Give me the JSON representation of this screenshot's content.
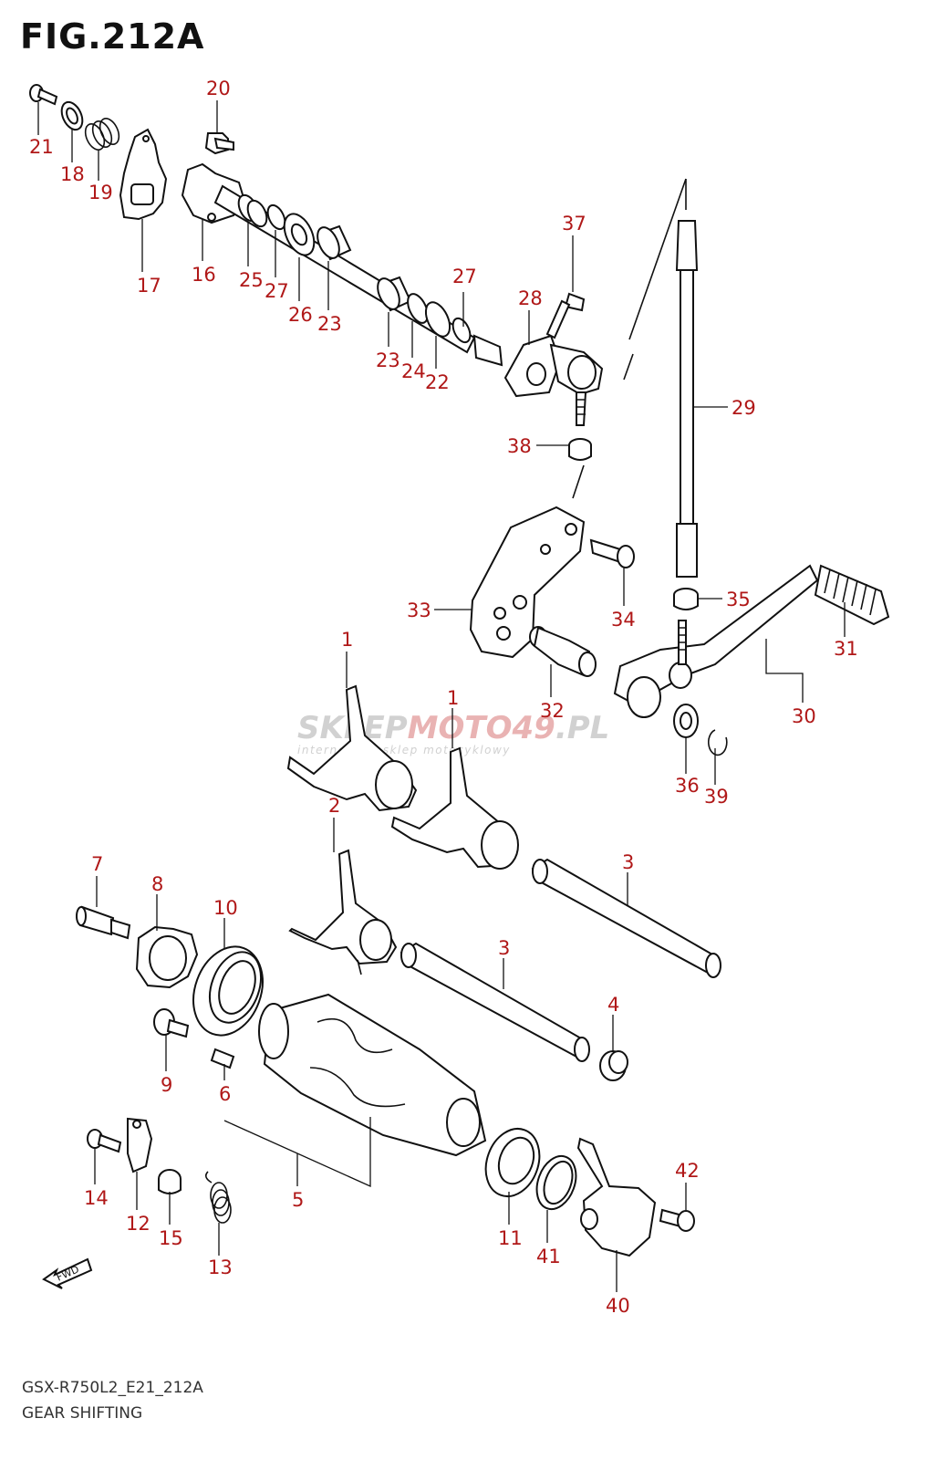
{
  "figure": {
    "title": "FIG.212A",
    "model_code": "GSX-R750L2_E21_212A",
    "section": "GEAR SHIFTING",
    "fwd_label": "FWD"
  },
  "watermark": {
    "brand_left": "SKLEP",
    "brand_mid": "MOTO",
    "brand_num": "49",
    "brand_right": ".PL",
    "tagline": "internetowy sklep motocyklowy",
    "colors": {
      "gray": "#c9c9c9",
      "red": "#e6a6a6"
    }
  },
  "colors": {
    "callout": "#b01818",
    "line": "#111111"
  },
  "callouts": [
    {
      "id": "c21",
      "label": "21"
    },
    {
      "id": "c18",
      "label": "18"
    },
    {
      "id": "c19",
      "label": "19"
    },
    {
      "id": "c17",
      "label": "17"
    },
    {
      "id": "c20",
      "label": "20"
    },
    {
      "id": "c16",
      "label": "16"
    },
    {
      "id": "c25",
      "label": "25"
    },
    {
      "id": "c27a",
      "label": "27"
    },
    {
      "id": "c26",
      "label": "26"
    },
    {
      "id": "c23a",
      "label": "23"
    },
    {
      "id": "c27b",
      "label": "27"
    },
    {
      "id": "c23b",
      "label": "23"
    },
    {
      "id": "c24",
      "label": "24"
    },
    {
      "id": "c22",
      "label": "22"
    },
    {
      "id": "c28",
      "label": "28"
    },
    {
      "id": "c37",
      "label": "37"
    },
    {
      "id": "c29",
      "label": "29"
    },
    {
      "id": "c38",
      "label": "38"
    },
    {
      "id": "c33",
      "label": "33"
    },
    {
      "id": "c34",
      "label": "34"
    },
    {
      "id": "c35",
      "label": "35"
    },
    {
      "id": "c31",
      "label": "31"
    },
    {
      "id": "c30",
      "label": "30"
    },
    {
      "id": "c32",
      "label": "32"
    },
    {
      "id": "c36",
      "label": "36"
    },
    {
      "id": "c39",
      "label": "39"
    },
    {
      "id": "c1a",
      "label": "1"
    },
    {
      "id": "c1b",
      "label": "1"
    },
    {
      "id": "c2",
      "label": "2"
    },
    {
      "id": "c3a",
      "label": "3"
    },
    {
      "id": "c3b",
      "label": "3"
    },
    {
      "id": "c7",
      "label": "7"
    },
    {
      "id": "c8",
      "label": "8"
    },
    {
      "id": "c10",
      "label": "10"
    },
    {
      "id": "c4",
      "label": "4"
    },
    {
      "id": "c9",
      "label": "9"
    },
    {
      "id": "c6",
      "label": "6"
    },
    {
      "id": "c5",
      "label": "5"
    },
    {
      "id": "c14",
      "label": "14"
    },
    {
      "id": "c12",
      "label": "12"
    },
    {
      "id": "c15",
      "label": "15"
    },
    {
      "id": "c13",
      "label": "13"
    },
    {
      "id": "c11",
      "label": "11"
    },
    {
      "id": "c41",
      "label": "41"
    },
    {
      "id": "c42",
      "label": "42"
    },
    {
      "id": "c40",
      "label": "40"
    }
  ]
}
